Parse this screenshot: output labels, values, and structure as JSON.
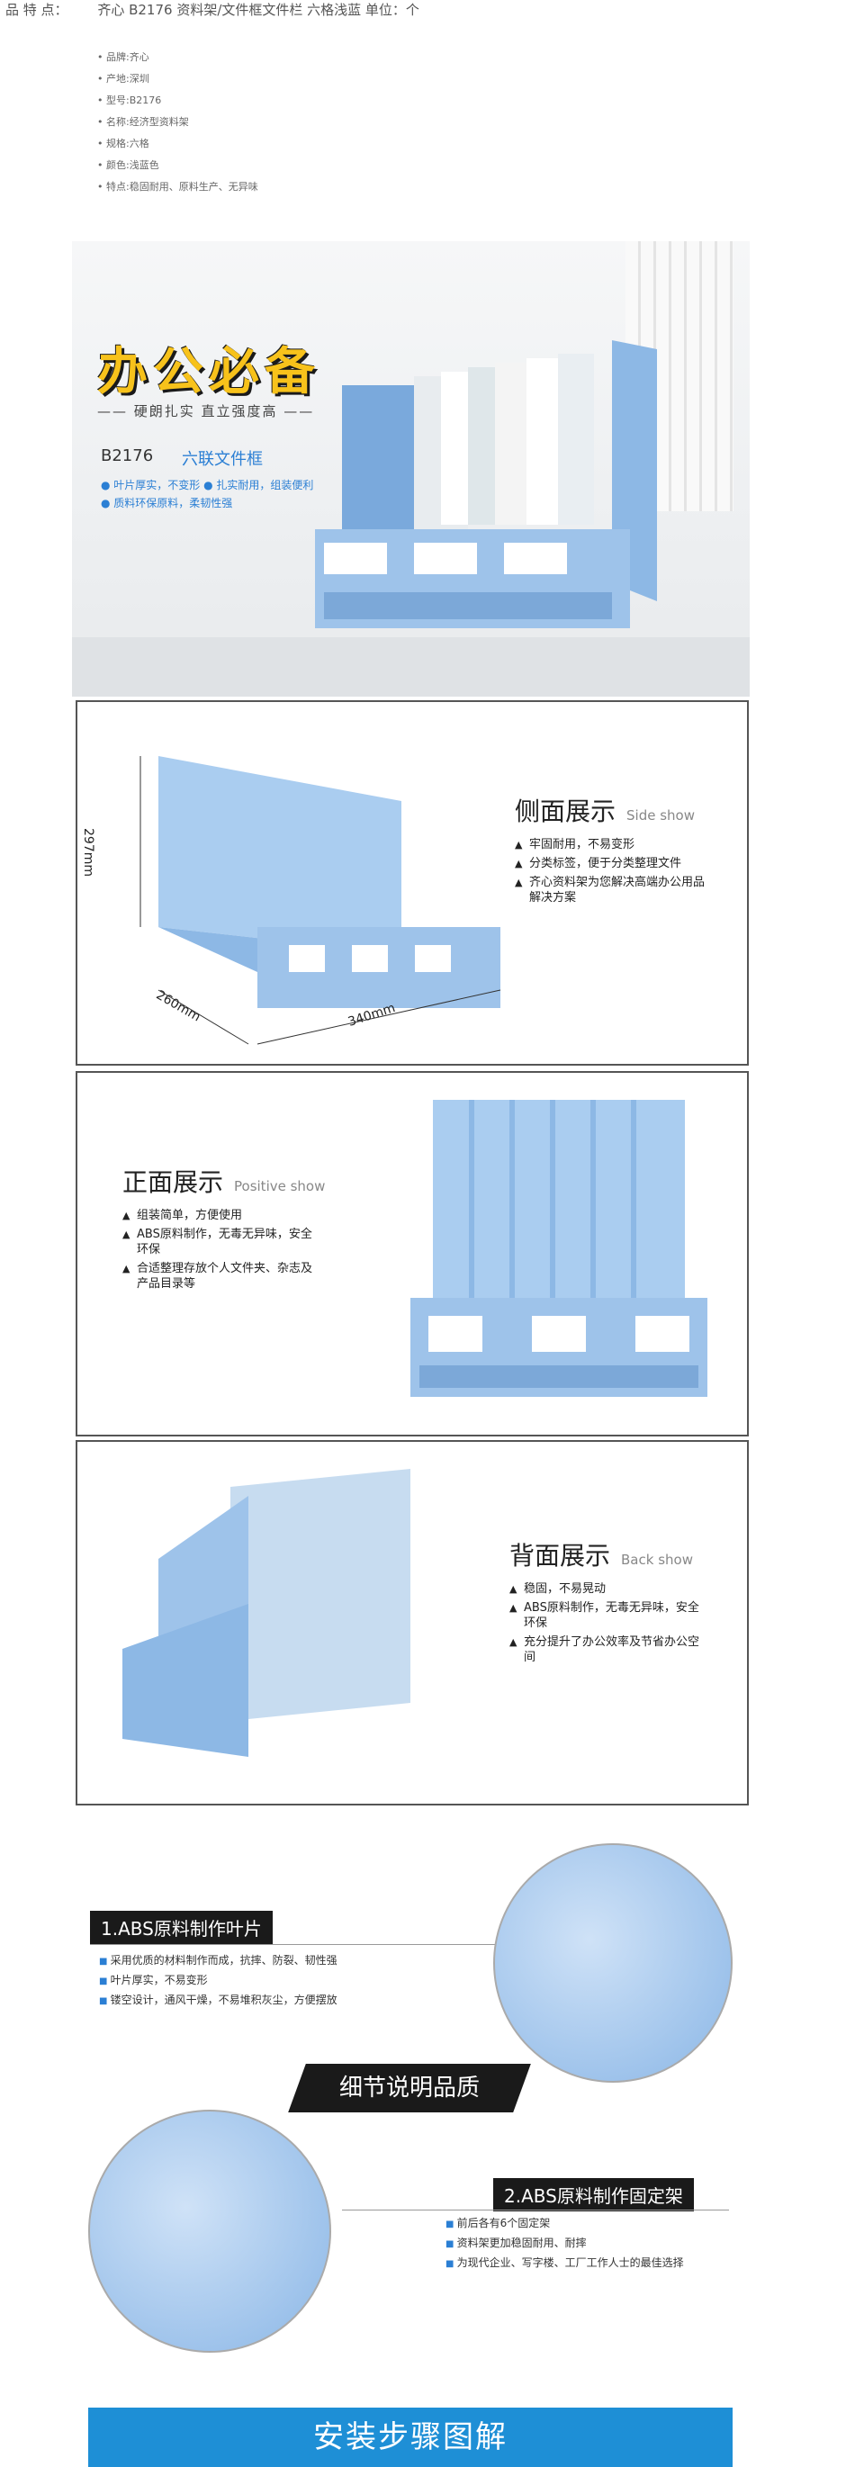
{
  "header": {
    "label": "品 特 点：",
    "value": "齐心 B2176 资料架/文件框文件栏 六格浅蓝 单位：个"
  },
  "specs": [
    "品牌:齐心",
    "产地:深圳",
    "型号:B2176",
    "名称:经济型资料架",
    "规格:六格",
    "颜色:浅蓝色",
    "特点:稳固耐用、原料生产、无异味"
  ],
  "hero": {
    "title": "办公必备",
    "subtitle": "—— 硬朗扎实  直立强度高 ——",
    "model": "B2176",
    "name": "六联文件框",
    "features": [
      "● 叶片厚实，不变形   ● 扎实耐用，组装便利",
      "● 质料环保原料，柔韧性强"
    ]
  },
  "side": {
    "title": "侧面展示",
    "title_en": "Side show",
    "items": [
      "牢固耐用，不易变形",
      "分类标签，便于分类整理文件",
      "齐心资料架为您解决高端办公用品解决方案"
    ],
    "dims": {
      "height": "297mm",
      "depth": "260mm",
      "width": "340mm"
    }
  },
  "front": {
    "title": "正面展示",
    "title_en": "Positive show",
    "items": [
      "组装简单，方便使用",
      "ABS原料制作，无毒无异味，安全环保",
      "合适整理存放个人文件夹、杂志及产品目录等"
    ]
  },
  "back": {
    "title": "背面展示",
    "title_en": "Back show",
    "items": [
      "稳固，不易晃动",
      "ABS原料制作，无毒无异味，安全环保",
      "充分提升了办公效率及节省办公空间"
    ]
  },
  "detail": {
    "tag1": "1.ABS原料制作叶片",
    "list1": [
      "采用优质的材料制作而成，抗摔、防裂、韧性强",
      "叶片厚实，不易变形",
      "镂空设计，通风干燥，不易堆积灰尘，方便摆放"
    ],
    "banner": "细节说明品质",
    "tag2": "2.ABS原料制作固定架",
    "list2": [
      "前后各有6个固定架",
      "资料架更加稳固耐用、耐摔",
      "为现代企业、写字楼、工厂工作人士的最佳选择"
    ]
  },
  "install": "安装步骤图解",
  "colors": {
    "accent": "#2b7fd4",
    "rack": "#9ec3ea",
    "banner": "#1e8fd6"
  }
}
